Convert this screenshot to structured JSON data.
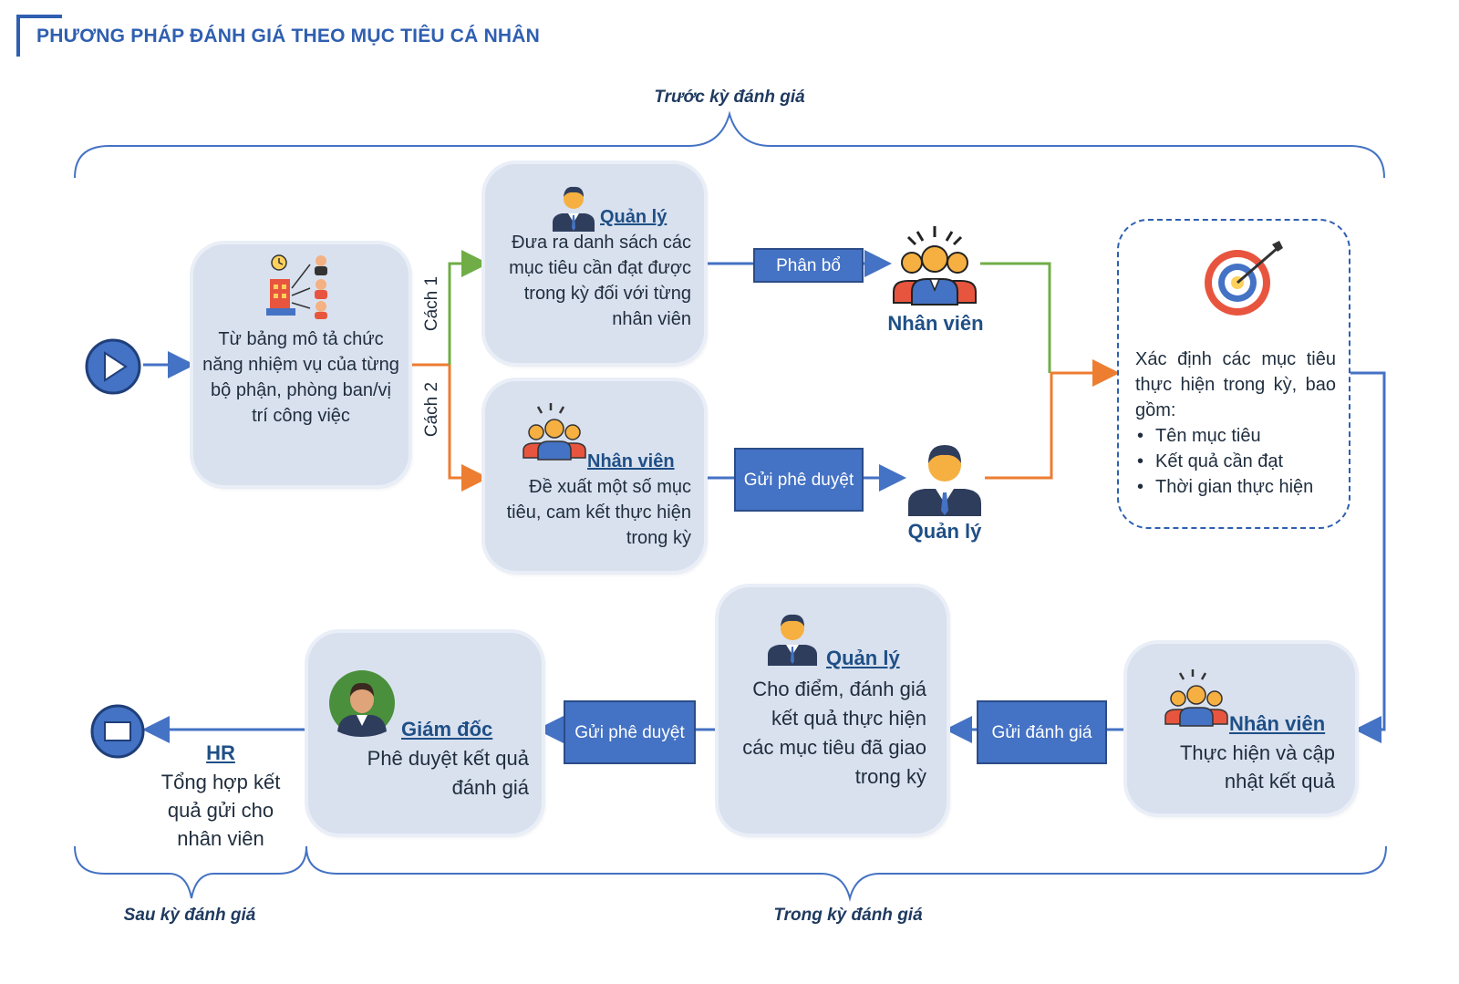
{
  "title": "PHƯƠNG PHÁP ĐÁNH GIÁ THEO MỤC TIÊU CÁ NHÂN",
  "phases": {
    "before": "Trước kỳ đánh giá",
    "during": "Trong kỳ đánh giá",
    "after": "Sau kỳ đánh giá"
  },
  "start_box": {
    "text": "Từ bảng mô tả chức năng nhiệm vụ của từng bộ phận, phòng ban/vị trí công việc"
  },
  "options": {
    "way1": "Cách 1",
    "way2": "Cách 2"
  },
  "box_manager_list": {
    "role": "Quản lý",
    "text": "Đưa ra danh sách các mục tiêu cần đạt được trong kỳ đối với từng nhân viên"
  },
  "box_employee_propose": {
    "role": "Nhân viên",
    "text": "Đề xuất một số mục tiêu, cam kết thực hiện trong kỳ"
  },
  "tag_allocate": "Phân bổ",
  "tag_submit_approval_1": "Gửi phê duyệt",
  "figure_employees": "Nhân viên",
  "figure_manager": "Quản lý",
  "goal_box": {
    "intro": "Xác định các mục tiêu thực hiện trong kỳ, bao gồm:",
    "items": [
      "Tên mục tiêu",
      "Kết quả cần đạt",
      "Thời gian thực hiện"
    ]
  },
  "box_employee_execute": {
    "role": "Nhân viên",
    "text": "Thực hiện và cập nhật kết quả"
  },
  "tag_submit_evaluation": "Gửi đánh giá",
  "box_manager_score": {
    "role": "Quản lý",
    "text": "Cho điểm, đánh giá kết quả thực hiện các mục tiêu đã giao trong kỳ"
  },
  "tag_submit_approval_2": "Gửi phê duyệt",
  "box_director": {
    "role": "Giám đốc",
    "text": "Phê duyệt kết quả đánh giá"
  },
  "hr": {
    "role": "HR",
    "text": "Tổng hợp kết quả gửi cho nhân viên"
  },
  "colors": {
    "accent": "#4472c4",
    "line_blue": "#4472c4",
    "line_green": "#70ad47",
    "line_orange": "#ed7d31",
    "box_fill": "#d9e1ef",
    "title": "#2f5fb0"
  }
}
